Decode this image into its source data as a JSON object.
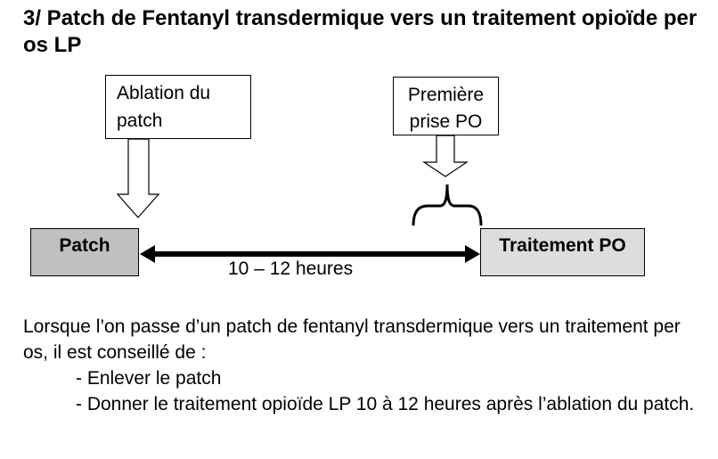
{
  "title": "3/ Patch de Fentanyl transdermique vers un traitement opioïde per os LP",
  "diagram": {
    "ablation_label": "Ablation du patch",
    "premiere_label_line1": "Première",
    "premiere_label_line2": "prise PO",
    "patch_label": "Patch",
    "traitement_label": "Traitement PO",
    "duration_label": "10 – 12 heures"
  },
  "paragraph": {
    "intro": "Lorsque l’on passe d’un patch de fentanyl transdermique vers un traitement per os, il est conseillé de :",
    "items": [
      "- Enlever le patch",
      "- Donner le traitement opioïde LP 10 à 12 heures après l’ablation du patch."
    ]
  }
}
